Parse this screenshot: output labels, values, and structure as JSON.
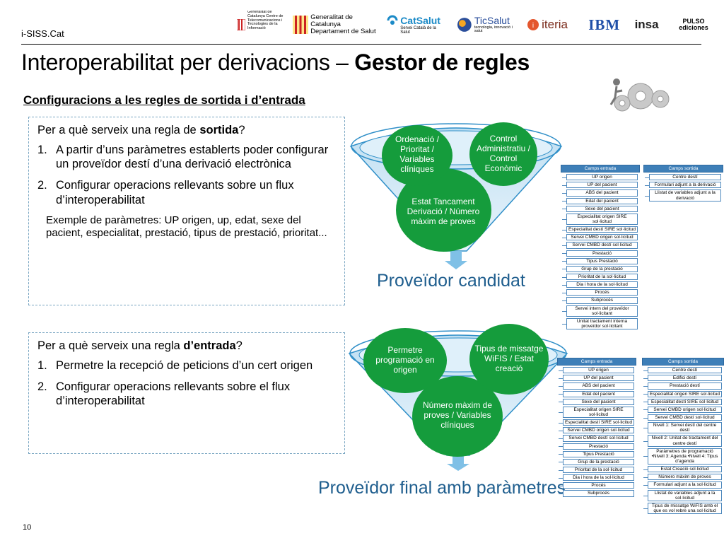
{
  "header": {
    "brand": "i-SISS.Cat",
    "title_normal": "Interoperabilitat per derivacions – ",
    "title_bold": "Gestor de regles",
    "subtitle": "Configuracions a les regles de sortida i d’entrada"
  },
  "logos": {
    "gencat_ctti": "Generalitat de Catalunya Centre de Telecomunicacions i Tecnologies de la Informació",
    "gencat_salut": "Generalitat de Catalunya Departament de Salut",
    "catsalut": "CatSalut",
    "catsalut_sub": "Servei Català de la Salut",
    "ticsalut": "TicSalut",
    "ticsalut_sub": "tecnologia, innovació i salut",
    "iteria": "iteria",
    "ibm": "IBM",
    "insa": "insa",
    "pulso": "PULSO ediciones"
  },
  "box1": {
    "question_pre": "Per a què serveix una regla de ",
    "question_bold": "sortida",
    "question_post": "?",
    "items": [
      {
        "num": "1.",
        "text": "A partir d’uns paràmetres establerts poder configurar un proveïdor destí d’una derivació electrònica"
      },
      {
        "num": "2.",
        "text": "Configurar operacions rellevants sobre un flux d’interoperabilitat"
      }
    ],
    "example": "Exemple de paràmetres: UP origen, up, edat, sexe del pacient, especialitat, prestació, tipus de prestació, prioritat..."
  },
  "box2": {
    "question_pre": "Per a què serveix una regla ",
    "question_bold": "d’entrada",
    "question_post": "?",
    "items": [
      {
        "num": "1.",
        "text": "Permetre la recepció de peticions d’un cert origen"
      },
      {
        "num": "2.",
        "text": "Configurar operacions rellevants sobre el flux d’interoperabilitat"
      }
    ]
  },
  "funnel1": {
    "circle_left": "Ordenació / Prioritat / Variables clíniques",
    "circle_right": "Control Administratiu / Control Econòmic",
    "circle_bottom": "Estat Tancament Derivació / Número màxim de proves",
    "label": "Proveïdor candidat"
  },
  "funnel2": {
    "circle_left": "Permetre programació en origen",
    "circle_right": "Tipus de missatge WiFIS / Estat creació",
    "circle_bottom": "Número màxim de proves / Variables clíniques",
    "label": "Proveïdor final amb paràmetres"
  },
  "table1_entrada": {
    "header": "Camps entrada",
    "rows": [
      "UP origen",
      "UP del pacient",
      "ABS del pacient",
      "Edat del pacient",
      "Sexe del pacient",
      "Especialitat origen SIRE sol·licitud",
      "Especialitat destí SIRE sol·licitud",
      "Servei CMBD origen sol·licitud",
      "Servei CMBD destí sol·licitud",
      "Prestació",
      "Tipus Prestació",
      "Grup de la prestació",
      "Prioritat de la sol·licitud",
      "Dia i hora de la sol·licitud",
      "Procés",
      "Subprocés",
      "Servei intern del proveïdor sol·licitant",
      "Unitat tractament interna proveïdor sol·licitant"
    ]
  },
  "table1_sortida": {
    "header": "Camps sortida",
    "rows": [
      "Centre destí",
      "Formulari adjunt a la derivació",
      "Llistat de variables adjunt a la derivació"
    ]
  },
  "table2_entrada": {
    "header": "Camps entrada",
    "rows": [
      "UP origen",
      "UP del pacient",
      "ABS del pacient",
      "Edat del pacient",
      "Sexe del pacient",
      "Especialitat origen SIRE sol·licitud",
      "Especialitat destí SIRE sol·licitud",
      "Servei CMBD origen sol·licitud",
      "Servei CMBD destí sol·licitud",
      "Prestació",
      "Tipus Prestació",
      "Grup de la prestació",
      "Prioritat de la sol·licitud",
      "Dia i hora de la sol·licitud",
      "Procés",
      "Subprocés"
    ]
  },
  "table2_sortida": {
    "header": "Camps sortida",
    "rows": [
      "Centre destí",
      "Edifici destí",
      "Prestació destí",
      "Especialitat origen SIRE sol·licitud",
      "Especialitat destí SIRE sol·licitud",
      "Servei CMBD origen sol·licitud",
      "Servei CMBD destí sol·licitud",
      "Nivell 1: Servei destí del centre destí",
      "Nivell 2: Unitat de tractament del centre destí",
      "Paràmetres de programació •Nivell 3: Agenda •Nivell 4: Tipus d’agenda",
      "Estat Creació sol·licitud",
      "Número màxim de proves",
      "Formulari adjunt a la sol·licitud",
      "Llistat de variables adjunt a la sol·licitud",
      "Tipus de missatge WiFIS amb el que es vol rebre una sol·licitud"
    ]
  },
  "footer": {
    "page_number": "10"
  },
  "colors": {
    "funnel_blue": "#2f8fc8",
    "circle_green": "#159c3c",
    "label_blue": "#1f5e8e",
    "table_header": "#3e7fb8"
  }
}
